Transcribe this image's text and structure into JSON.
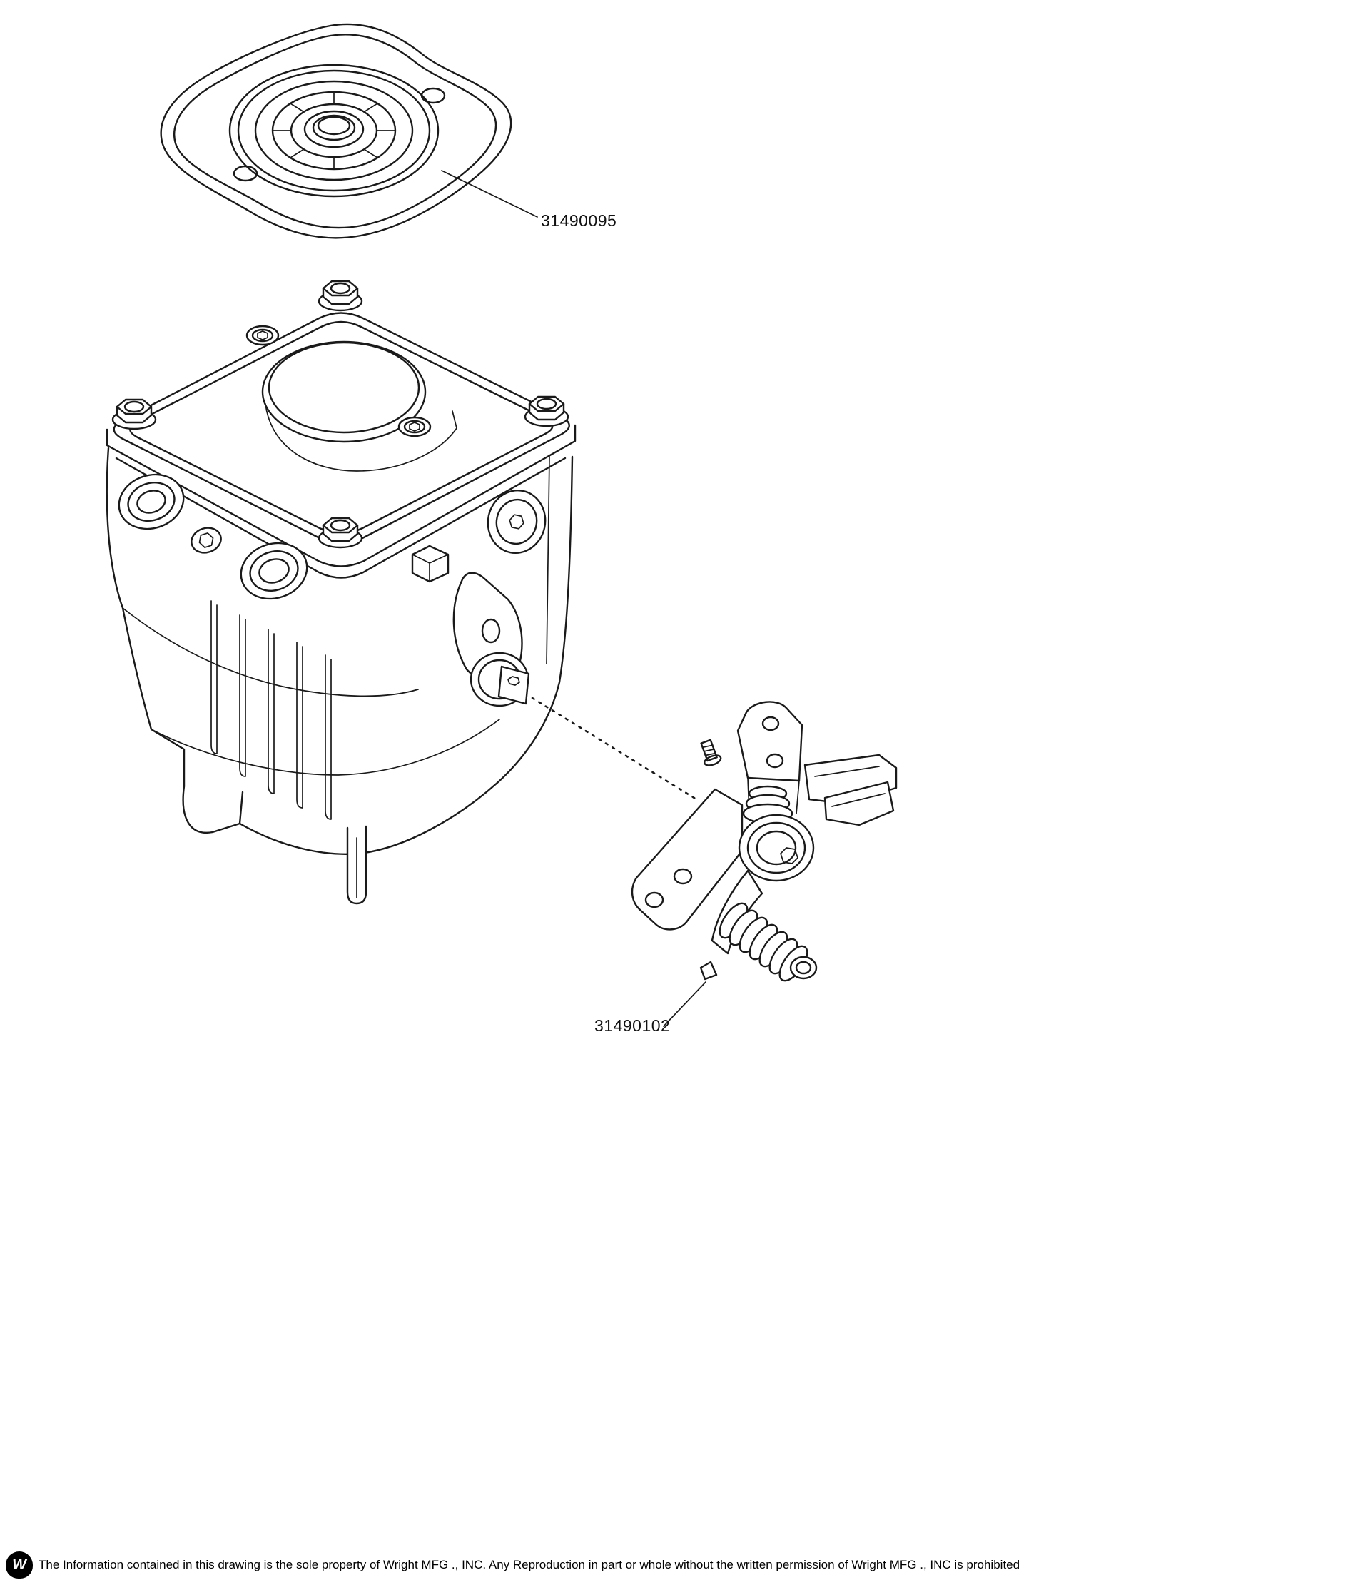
{
  "document": {
    "type": "exploded-parts-diagram"
  },
  "parts": [
    {
      "part_number": "31490095",
      "component": "seal-gasket-plate"
    },
    {
      "part_number": "31490102",
      "component": "control-bracket-spring-assembly"
    }
  ],
  "labels": {
    "part_gasket": "31490095",
    "part_bracket": "31490102"
  },
  "footer": {
    "logo_glyph": "W",
    "text": "The Information contained in this drawing is the sole property of Wright MFG ., INC. Any Reproduction in part or whole without the written permission of Wright MFG ., INC is prohibited"
  },
  "colors": {
    "line": "#1a1a1a",
    "background": "#ffffff",
    "logo_background": "#000000"
  }
}
